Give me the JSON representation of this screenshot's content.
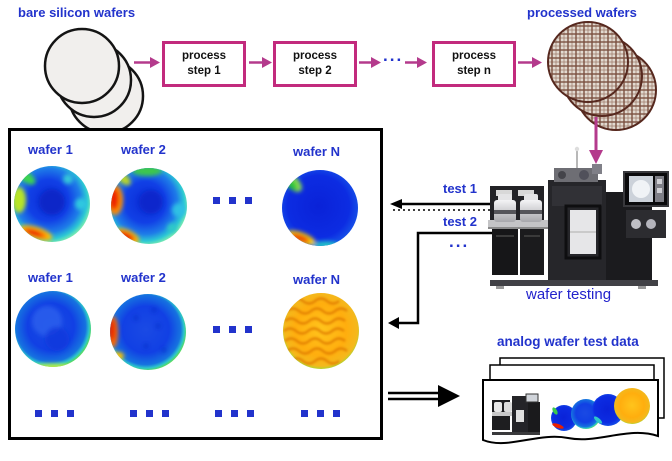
{
  "colors": {
    "label_blue": "#2233cc",
    "process_box_border": "#c22a7d",
    "arrow_magenta": "#b43a8c",
    "grid_box_border": "#000000"
  },
  "top_flow": {
    "bare_wafers_label": "bare silicon wafers",
    "processed_wafers_label": "processed wafers",
    "ellipsis": "...",
    "steps": [
      {
        "line1": "process",
        "line2": "step 1"
      },
      {
        "line1": "process",
        "line2": "step 2"
      },
      {
        "line1": "process",
        "line2": "step n"
      }
    ]
  },
  "wafer_grid": {
    "row1_labels": [
      "wafer 1",
      "wafer 2",
      "wafer N"
    ],
    "row2_labels": [
      "wafer 1",
      "wafer 2",
      "wafer N"
    ]
  },
  "tests": {
    "test1_label": "test 1",
    "test2_label": "test 2",
    "ellipsis": "..."
  },
  "machine": {
    "label": "wafer testing"
  },
  "output_cards": {
    "label": "analog wafer test data"
  }
}
